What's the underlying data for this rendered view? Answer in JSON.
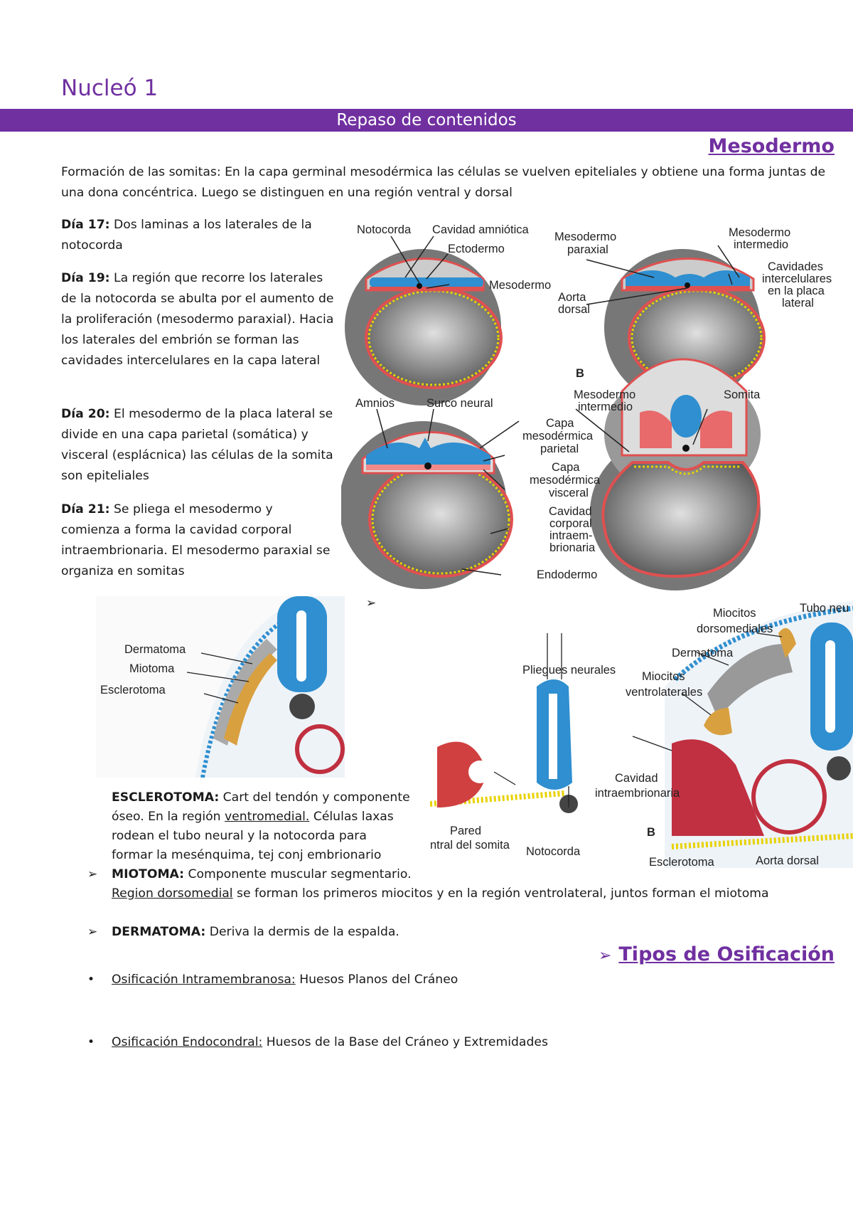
{
  "header": {
    "title": "Nucleó 1",
    "band_title": "Repaso de contenidos",
    "band_color": "#7030A0"
  },
  "section": {
    "title": "Mesodermo"
  },
  "intro": {
    "label": "Formación de las somitas:",
    "text": " En la capa germinal mesodérmica las células se vuelven epiteliales y obtiene una forma juntas de una dona concéntrica. Luego se distinguen en una región ventral y dorsal"
  },
  "days": [
    {
      "label": "Día 17:",
      "text": " Dos laminas a los laterales de la notocorda"
    },
    {
      "label": "Día 19:",
      "text": " La región que recorre los laterales de la notocorda se abulta por el aumento de la proliferación (mesodermo paraxial). Hacia los laterales del embrión se forman las cavidades intercelulares en la capa lateral"
    },
    {
      "label": "Día 20:",
      "text": " El mesodermo de la placa lateral se divide en una capa parietal (somática) y visceral  (esplácnica) las células de la somita son epiteliales"
    },
    {
      "label": "Día 21:",
      "text": " Se pliega el mesodermo y comienza a forma la cavidad corporal intraembrionaria. El mesodermo paraxial se organiza en somitas"
    }
  ],
  "figure_top": {
    "labels": {
      "notocorda": "Notocorda",
      "cavidad_amniotica": "Cavidad amniótica",
      "ectodermo": "Ectodermo",
      "mesodermo": "Mesodermo",
      "mesodermo_paraxial_1": "Mesodermo",
      "mesodermo_paraxial_2": "paraxial",
      "mesodermo_intermedio_1": "Mesodermo",
      "mesodermo_intermedio_2": "intermedio",
      "cavidades_1": "Cavidades",
      "cavidades_2": "intercelulares",
      "cavidades_3": "en la placa",
      "cavidades_4": "lateral",
      "aorta_1": "Aorta",
      "aorta_2": "dorsal",
      "b": "B",
      "amnios": "Amnios",
      "surco_neural": "Surco neural",
      "mi2_1": "Mesodermo",
      "mi2_2": "intermedio",
      "somita": "Somita",
      "parietal_1": "Capa",
      "parietal_2": "mesodérmica",
      "parietal_3": "parietal",
      "visceral_1": "Capa",
      "visceral_2": "mesodérmica",
      "visceral_3": "visceral",
      "cav_corp_1": "Cavidad",
      "cav_corp_2": "corporal",
      "cav_corp_3": "intraem-",
      "cav_corp_4": "brionaria",
      "endodermo": "Endodermo"
    }
  },
  "figure_left": {
    "labels": {
      "dermatoma": "Dermatoma",
      "miotoma": "Miotoma",
      "esclerotoma": "Esclerotoma"
    }
  },
  "figure_right": {
    "labels": {
      "miocitos_dm_1": "Miocitos",
      "miocitos_dm_2": "dorsomediales",
      "tubo": "Tubo neu",
      "dermatoma": "Dermatoma",
      "pliegues": "Pliegues neurales",
      "miocitos_vl_1": "Miocitos",
      "miocitos_vl_2": "ventrolaterales",
      "cavidad_1": "Cavidad",
      "cavidad_2": "intraembrionaria",
      "pared_1": "Pared",
      "pared_2": "ntral del somita",
      "notocorda": "Notocorda",
      "b": "B",
      "esclerotoma": "Esclerotoma",
      "aorta": "Aorta dorsal"
    }
  },
  "derivatives": [
    {
      "label": "ESCLEROTOMA:",
      "text": " Cart del tendón y componente óseo. En la región ",
      "u": "ventromedial.",
      "text2": " Células laxas rodean el tubo neural y la notocorda para formar la mesénquima, tej conj embrionario"
    },
    {
      "label": "MIOTOMA:",
      "text": " Componente muscular segmentario. ",
      "u": "Region dorsomedial",
      "text2": " se forman los primeros miocitos y en la región ventrolateral, juntos forman el miotoma"
    },
    {
      "label": "DERMATOMA:",
      "text": " Deriva la dermis de la espalda."
    }
  ],
  "ossification": {
    "title": "Tipos de Osificación",
    "items": [
      {
        "label": "Osificación Intramembranosa:",
        "text": " Huesos Planos del Cráneo"
      },
      {
        "label": "Osificación Endocondral:",
        "text": " Huesos de la Base del Cráneo y Extremidades"
      }
    ]
  },
  "bullets": {
    "arrow": "➢",
    "dot": "•"
  }
}
